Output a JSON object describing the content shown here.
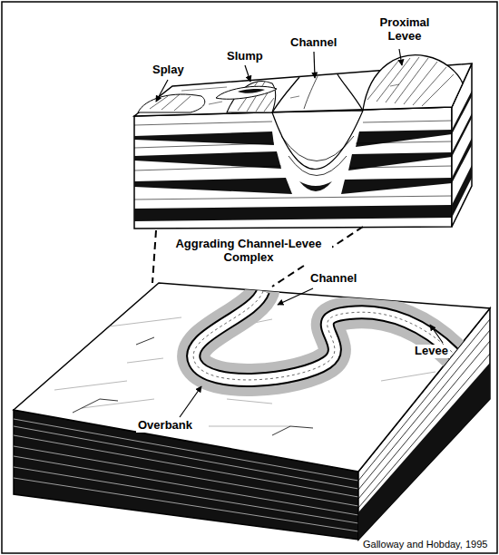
{
  "diagram": {
    "labels": [
      "Splay",
      "Slump",
      "Channel",
      "Proximal Levee",
      "Aggrading Channel-Levee Complex",
      "Channel",
      "Levee",
      "Overbank",
      "Galloway and Hobday, 1995"
    ]
  }
}
